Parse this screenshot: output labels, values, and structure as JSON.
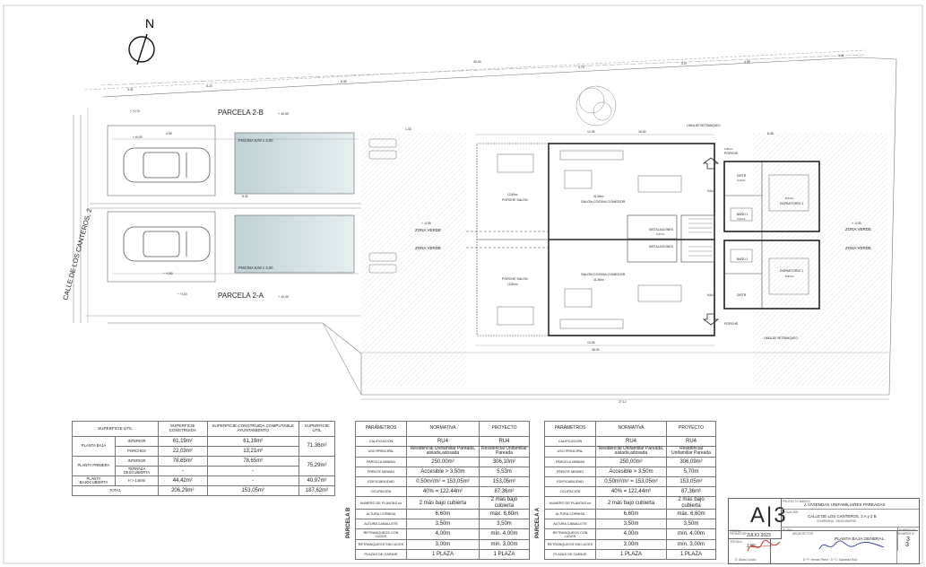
{
  "north": {
    "label": "N"
  },
  "street": {
    "label": "CALLE DE LOS CANTEROS, 2"
  },
  "parcels": {
    "b": {
      "title": "PARCELA 2-B",
      "level": "+ ±0,00"
    },
    "a": {
      "title": "PARCELA 2-A",
      "level": "+ ±0,00"
    },
    "pool_b": "PISCINA 8,00 x 3,00",
    "pool_a": "PISCINA 8,00 x 3,00"
  },
  "plan_labels": {
    "zona_verde": "ZONA VERDE",
    "zona_verde_level": "+ -0,05",
    "porche_salon": "PORCHE SALON",
    "porche_salon_area": "12,80m²",
    "salon_cocina": "SALON COCINA COMEDOR",
    "salon_area_b": "31,38m²",
    "salon_area_a": "31,38m²",
    "instalaciones": "INSTALACIONES",
    "inst_area": "2,27m²",
    "porche": "PORCHE",
    "porche_area": "1,80m²",
    "dormitorio": "DORMITORIO 1",
    "dorm_area": "8,54m²",
    "bano": "BAÑO 1",
    "bano_area": "3,34m²",
    "distr": "DISTR.",
    "distr_area": "4,13m²",
    "hall": "HALL",
    "linea_retranqueo": "LINEA DE RETRANQUEO",
    "dims_top": [
      "40.43",
      "3.73",
      "3.07",
      "4.09",
      "3.41",
      "8.45",
      "3.41",
      "5.23"
    ],
    "dims_mid": [
      "12.05",
      "16.00",
      "1.43",
      "4.99",
      "5.00",
      "8.45"
    ],
    "dims_bottom": [
      "12.05",
      "38.00",
      "27.12"
    ],
    "level_b": "+ +0,70",
    "level_a": "+ +1,00",
    "level_terr": "+ ±0,00",
    "level_g": "+ +0,80"
  },
  "superficie_table": {
    "headers": [
      "SUPERFICIE ÚTIL",
      "SUPERFICIE CONSTRUIDA",
      "SUPERFICIE CONSTRUIDA COMPUTABLE AYUNTAMIENTO",
      "SUPERFICIE ÚTIL"
    ],
    "rows": [
      {
        "level": "PLANTA BAJA",
        "sub": "INTERIOR",
        "c": "61,19m²",
        "cc": "61,19m²",
        "u": "71,36m²"
      },
      {
        "level": "",
        "sub": "PORCHES",
        "c": "22,03m²",
        "cc": "13,21m²",
        "u": ""
      },
      {
        "level": "PLANTA PRIMERA",
        "sub": "INTERIOR",
        "c": "78,65m²",
        "cc": "78,65m²",
        "u": "75,29m²"
      },
      {
        "level": "",
        "sub": "TERRAZA DESCUBIERTA",
        "c": "-",
        "cc": "-",
        "u": ""
      },
      {
        "level": "PLANTA BAJOCUBIERTA",
        "sub": "H > 1,50m",
        "c": "44,42m²",
        "cc": "-",
        "u": "40,97m²"
      },
      {
        "level": "TOTAL",
        "sub": "",
        "c": "206,29m²",
        "cc": "153,05m²",
        "u": "187,62m²"
      }
    ]
  },
  "params_b": {
    "title": "PARCELA B",
    "headers": [
      "PARÁMETROS",
      "NORMATIVA",
      "PROYECTO"
    ],
    "rows": [
      [
        "CALIFICACIÓN",
        "RU4",
        "RU4"
      ],
      [
        "USO PRINCIPAL",
        "Residencial Unifamiliar Pareada, aislada,adosada",
        "Residencial Unifamiliar Pareada"
      ],
      [
        "PARCELA MINIMA",
        "250,00m²",
        "306,10m²"
      ],
      [
        "FRENTE MINIMO",
        "Accesible > 3,50m",
        "5,53m"
      ],
      [
        "EDIFICABILIDAD",
        "0,50m²/m² = 153,05m²",
        "153,05m²"
      ],
      [
        "OCUPACIÓN",
        "40% = 122,44m²",
        "87,36m²"
      ],
      [
        "NUMERO DE PLANTAS s/r",
        "2 más bajo cubierta",
        "2 más bajo cubierta"
      ],
      [
        "ALTURA CORNISA",
        "6,60m",
        "máx. 6,60m"
      ],
      [
        "ALTURA CABALLETE",
        "3,50m",
        "3,50m"
      ],
      [
        "RETRANQUEOS CON LUCES",
        "4,00m",
        "mín. 4,00m"
      ],
      [
        "RETRANQUEOS SIN LUCES",
        "3,00m",
        "mín. 3,00m"
      ],
      [
        "PLAZAS DE GARAJE",
        "1 PLAZA",
        "1 PLAZA"
      ]
    ]
  },
  "params_a": {
    "title": "PARCELA A",
    "headers": [
      "PARÁMETROS",
      "NORMATIVA",
      "PROYECTO"
    ],
    "rows": [
      [
        "CALIFICACIÓN",
        "RU4",
        "RU4"
      ],
      [
        "USO PRINCIPAL",
        "Residencial Unifamiliar Pareada, aislada,adosada",
        "Residencial Unifamiliar Pareada"
      ],
      [
        "PARCELA MINIMA",
        "250,00m²",
        "306,09m²"
      ],
      [
        "FRENTE MINIMO",
        "Accesible > 3,50m",
        "5,70m"
      ],
      [
        "EDIFICABILIDAD",
        "0,50m²/m² = 153,05m²",
        "153,05m²"
      ],
      [
        "OCUPACIÓN",
        "40% = 122,44m²",
        "87,36m²"
      ],
      [
        "NUMERO DE PLANTAS s/r",
        "2 más bajo cubierta",
        "2 más bajo cubierta"
      ],
      [
        "ALTURA CORNISA",
        "6,60m",
        "máx. 6,60m"
      ],
      [
        "ALTURA CABALLETE",
        "3,50m",
        "3,50m"
      ],
      [
        "RETRANQUEOS CON LUCES",
        "4,00m",
        "mín. 4,00m"
      ],
      [
        "RETRANQUEOS SIN LUCES",
        "3,00m",
        "mín. 3,00m"
      ],
      [
        "PLAZAS DE GARAJE",
        "1 PLAZA",
        "1 PLAZA"
      ]
    ]
  },
  "cartouche": {
    "logo": "A|3",
    "proyecto_label": "PROYECTO BÁSICO",
    "proyecto": "2 VIVIENDAS UNIFAMILIARES PAREADAS",
    "situacion_label": "SITUACIÓN",
    "situacion": "CALLE DE LOS CANTEROS, 2 A y 2 B",
    "situacion2": "CHURRIANA · 29004 MADRID",
    "fecha_label": "FECHA",
    "fecha": "JULIO 2023",
    "escala_label": "ESCALA",
    "escala": "1:80",
    "plano_label": "PLANO",
    "plano": "PLANTA BAJA GENERAL",
    "numero_label": "NÚMERO Nº",
    "numero": "3",
    "promotor_label": "PROMOTOR",
    "arquitecto_label": "ARQUITECTOS",
    "promotor_name": "D. Álvaro Criado",
    "arq_names": "D.ª F. Hervás Pérez · D.ª L. Saavedra Ruiz"
  }
}
